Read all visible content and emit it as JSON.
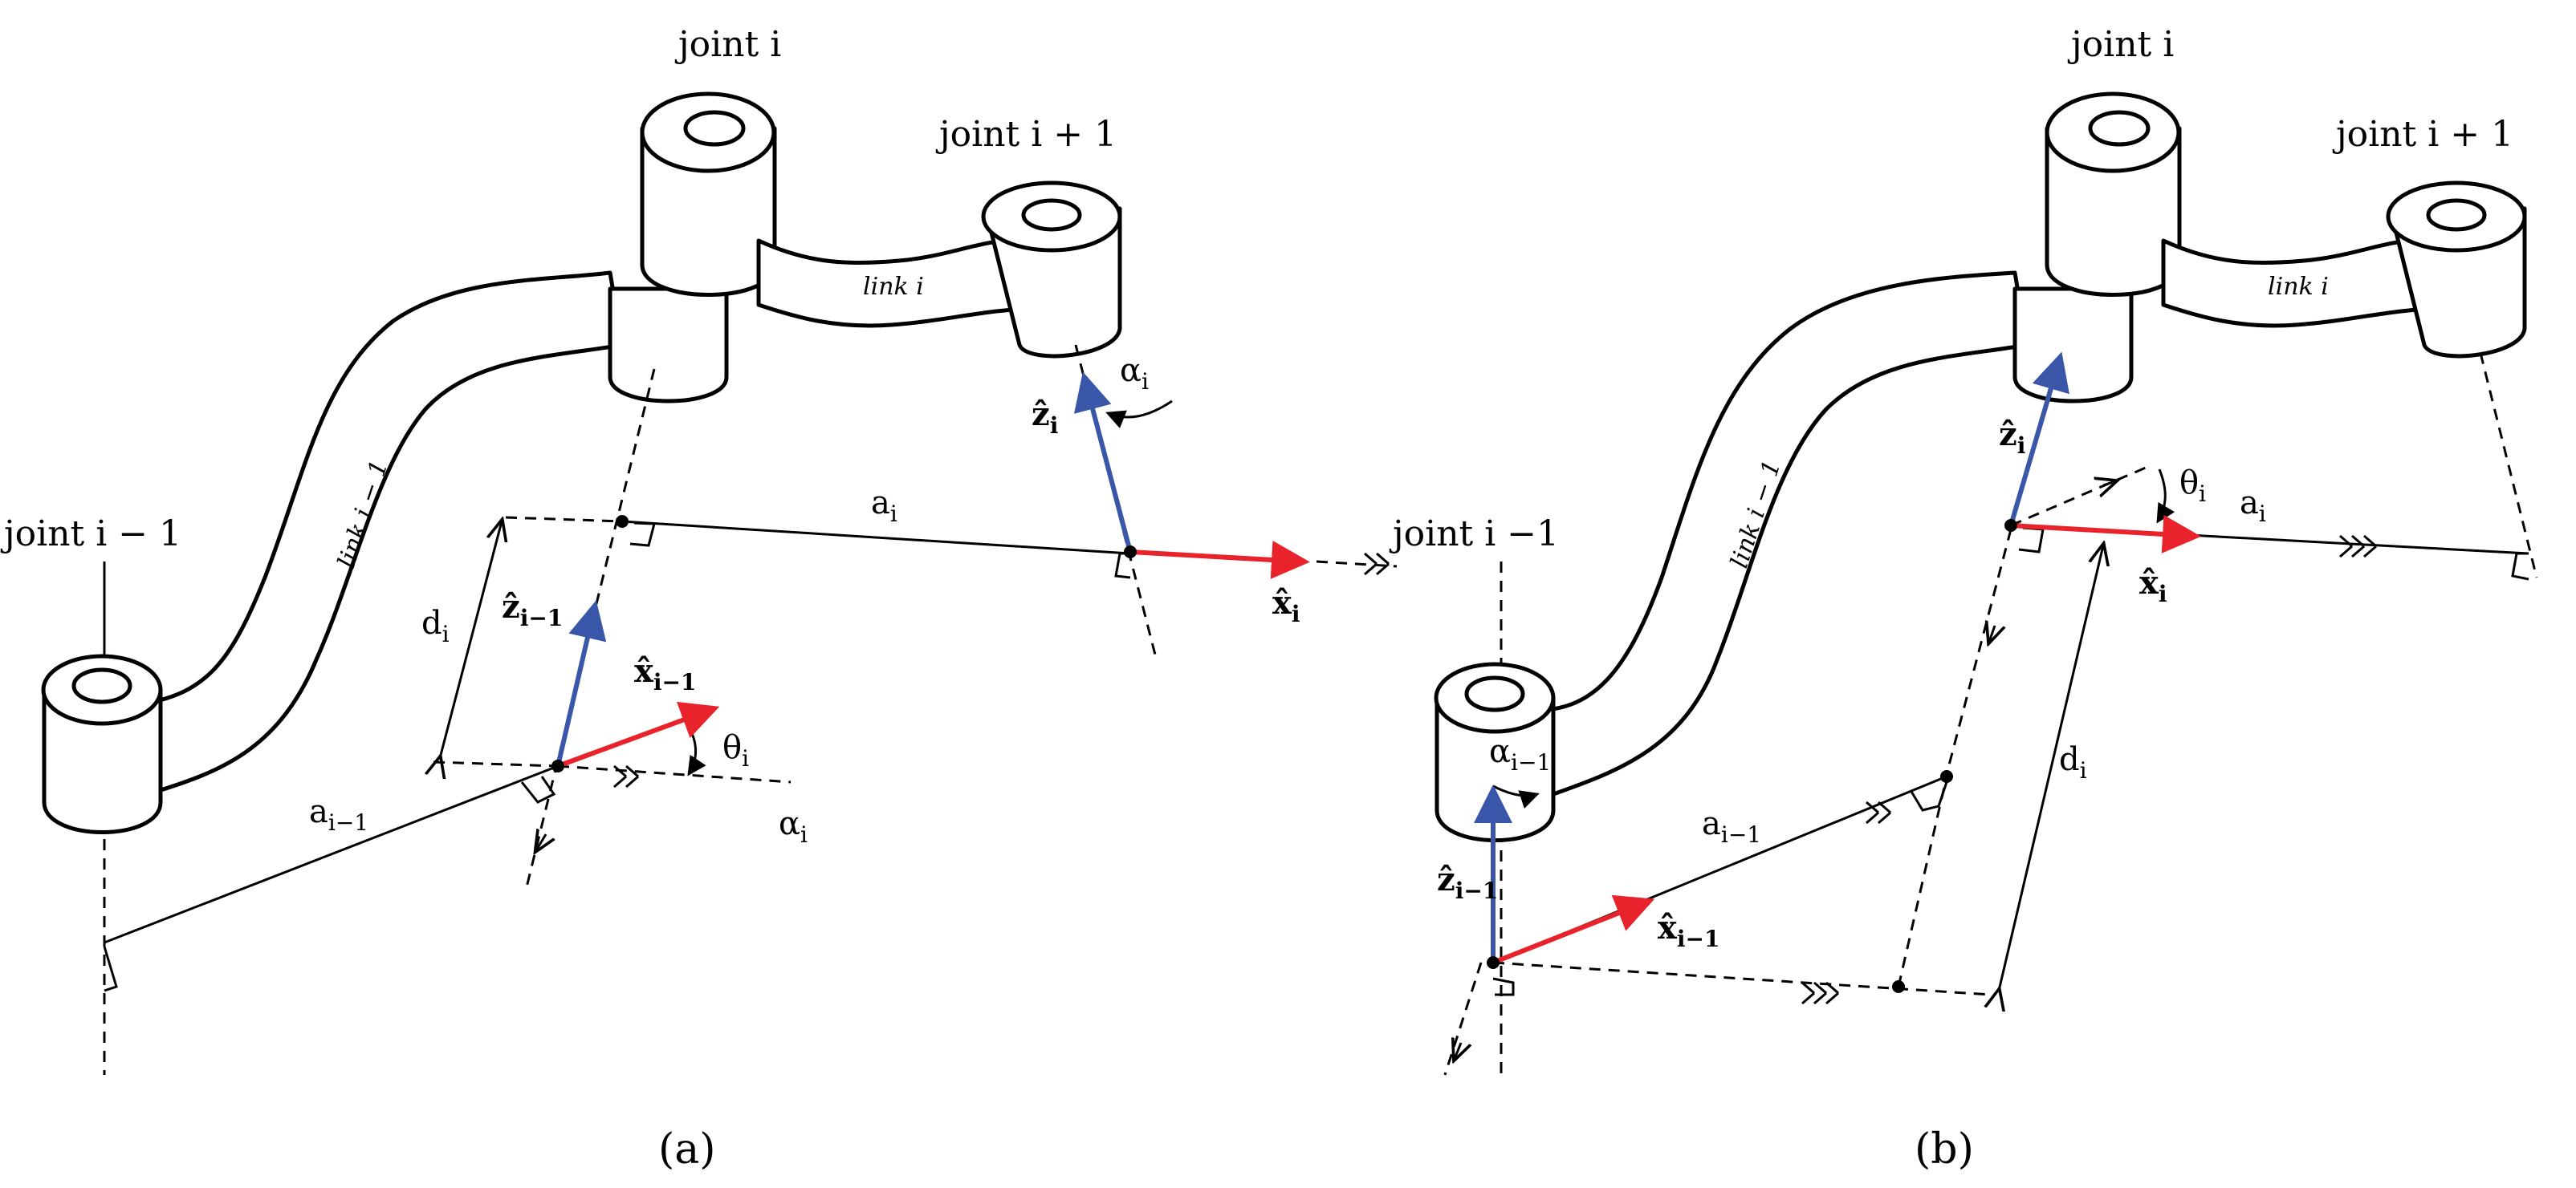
{
  "colors": {
    "z_axis": "#3a56a8",
    "x_axis": "#e8232b",
    "line": "#000000"
  },
  "panel_a": {
    "caption": "(a)",
    "joint_prev": "joint i − 1",
    "joint_cur": "joint i",
    "joint_next": "joint i + 1",
    "link_prev": "link i − 1",
    "link_cur": "link i",
    "a_prev": "a",
    "a_prev_sub": "i−1",
    "a_cur": "a",
    "a_cur_sub": "i",
    "d": "d",
    "d_sub": "i",
    "theta": "θ",
    "theta_sub": "i",
    "alpha_top": "α",
    "alpha_top_sub": "i",
    "alpha_bottom": "α",
    "alpha_bottom_sub": "i",
    "z_prev": "ẑ",
    "z_prev_sub": "i−1",
    "x_prev": "x̂",
    "x_prev_sub": "i−1",
    "z_cur": "ẑ",
    "z_cur_sub": "i",
    "x_cur": "x̂",
    "x_cur_sub": "i"
  },
  "panel_b": {
    "caption": "(b)",
    "joint_prev": "joint i −1",
    "joint_cur": "joint i",
    "joint_next": "joint i + 1",
    "link_prev": "link i − 1",
    "link_cur": "link i",
    "a_prev": "a",
    "a_prev_sub": "i−1",
    "a_cur": "a",
    "a_cur_sub": "i",
    "d": "d",
    "d_sub": "i",
    "theta": "θ",
    "theta_sub": "i",
    "alpha": "α",
    "alpha_sub": "i−1",
    "z_prev": "ẑ",
    "z_prev_sub": "i−1",
    "x_prev": "x̂",
    "x_prev_sub": "i−1",
    "z_cur": "ẑ",
    "z_cur_sub": "i",
    "x_cur": "x̂",
    "x_cur_sub": "i"
  }
}
